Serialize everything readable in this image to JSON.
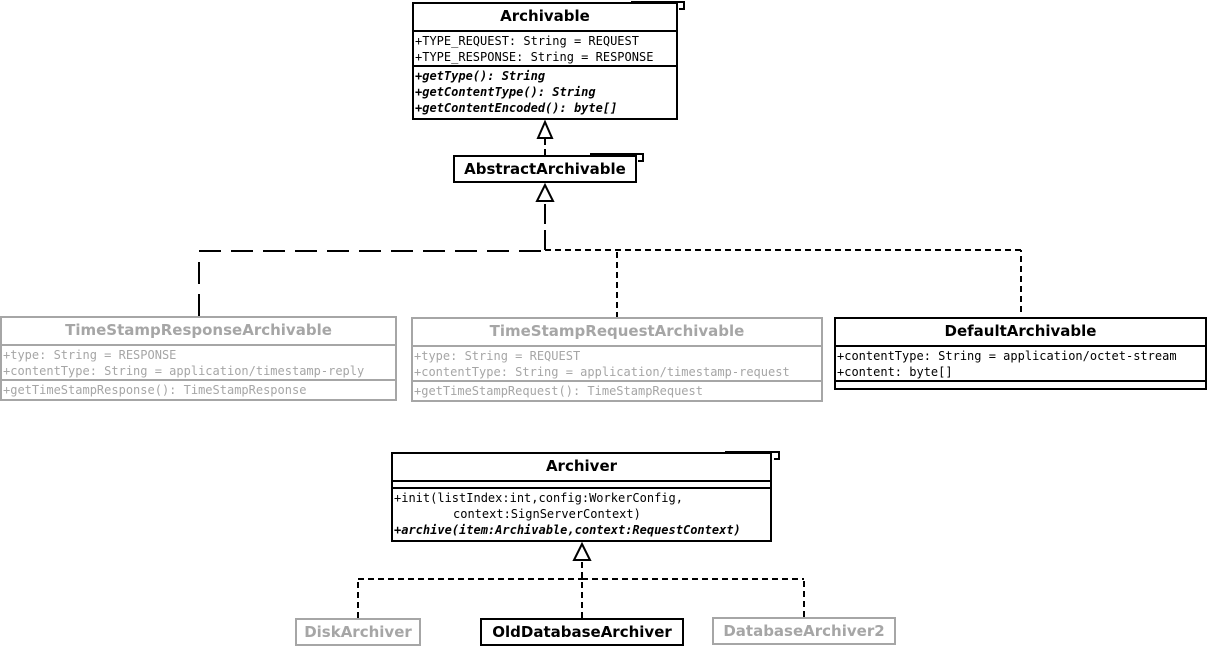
{
  "diagram": {
    "archivable": {
      "name": "Archivable",
      "attributes": [
        "+TYPE_REQUEST: String = REQUEST",
        "+TYPE_RESPONSE: String = RESPONSE"
      ],
      "operations": [
        "+getType(): String",
        "+getContentType(): String",
        "+getContentEncoded(): byte[]"
      ]
    },
    "abstract_archivable": {
      "name": "AbstractArchivable"
    },
    "timestamp_response_archivable": {
      "name": "TimeStampResponseArchivable",
      "attributes": [
        "+type: String = RESPONSE",
        "+contentType: String = application/timestamp-reply"
      ],
      "operations": [
        "+getTimeStampResponse(): TimeStampResponse"
      ]
    },
    "timestamp_request_archivable": {
      "name": "TimeStampRequestArchivable",
      "attributes": [
        "+type: String = REQUEST",
        "+contentType: String = application/timestamp-request"
      ],
      "operations": [
        "+getTimeStampRequest(): TimeStampRequest"
      ]
    },
    "default_archivable": {
      "name": "DefaultArchivable",
      "attributes": [
        "+contentType: String = application/octet-stream",
        "+content: byte[]"
      ]
    },
    "archiver": {
      "name": "Archiver",
      "operations": [
        "+init(listIndex:int,config:WorkerConfig,",
        "context:SignServerContext)",
        "+archive(item:Archivable,context:RequestContext)"
      ]
    },
    "disk_archiver": {
      "name": "DiskArchiver"
    },
    "old_database_archiver": {
      "name": "OldDatabaseArchiver"
    },
    "database_archiver2": {
      "name": "DatabaseArchiver2"
    }
  },
  "colors": {
    "active": "#000000",
    "inactive": "#a6a6a6",
    "background": "#ffffff"
  }
}
